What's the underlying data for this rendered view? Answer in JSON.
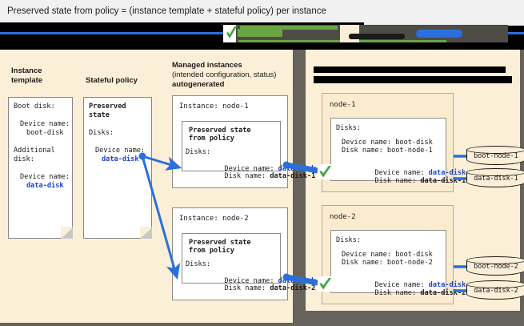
{
  "caption": "Preserved state from policy = (instance template + stateful policy) per instance",
  "banner": {
    "redacted": true,
    "check_icon": "green-check-icon"
  },
  "columns": {
    "instance_template_title": "Instance\ntemplate",
    "stateful_policy_title": "Stateful policy",
    "managed_instances_title_line1": "Managed instances",
    "managed_instances_title_line2": "(intended configuration, status)",
    "managed_instances_title_line3": "autogenerated",
    "right_panel_title_redacted": ""
  },
  "instance_template": {
    "line1": "Boot disk:",
    "line2": "Device name:",
    "line3": "boot-disk",
    "line4": "Additional",
    "line5": "disk:",
    "line6": "Device name:",
    "line7": "data-disk"
  },
  "stateful_policy": {
    "line1": "Preserved",
    "line2": "state",
    "line3": "Disks:",
    "line4": "Device name:",
    "line5": "data-disk"
  },
  "managed_instances": [
    {
      "instance_label": "Instance: node-1",
      "preserved_title_line1": "Preserved state",
      "preserved_title_line2": "from policy",
      "disks_label": "Disks:",
      "device_name_label": "Device name: ",
      "device_name_value": "data-disk",
      "disk_name_label": "Disk name: ",
      "disk_name_value": "data-disk-1"
    },
    {
      "instance_label": "Instance: node-2",
      "preserved_title_line1": "Preserved state",
      "preserved_title_line2": "from policy",
      "disks_label": "Disks:",
      "device_name_label": "Device name: ",
      "device_name_value": "data-disk",
      "disk_name_label": "Disk name: ",
      "disk_name_value": "data-disk-2"
    }
  ],
  "nodes": [
    {
      "name": "node-1",
      "disks_label": "Disks:",
      "boot_device_line": "Device name: boot-disk",
      "boot_disk_line": "Disk name: boot-node-1",
      "data_device_label": "Device name: ",
      "data_device_value": "data-disk",
      "data_disk_label": "Disk name: ",
      "data_disk_value": "data-disk-1",
      "status_icon": "green-check-icon",
      "volumes": [
        "boot-node-1",
        "data-disk-1"
      ]
    },
    {
      "name": "node-2",
      "disks_label": "Disks:",
      "boot_device_line": "Device name: boot-disk",
      "boot_disk_line": "Disk name: boot-node-2",
      "data_device_label": "Device name: ",
      "data_device_value": "data-disk",
      "data_disk_label": "Disk name: ",
      "data_disk_value": "data-disk-2",
      "status_icon": "green-check-icon",
      "volumes": [
        "boot-node-2",
        "data-disk-2"
      ]
    }
  ],
  "colors": {
    "panel_cream": "#fcefd7",
    "canvas_gray": "#66625c",
    "accent_blue": "#2a6fdb",
    "text_blue": "#1a44d6",
    "check_green": "#41a23d",
    "caption_bg": "#f1f1f1"
  }
}
